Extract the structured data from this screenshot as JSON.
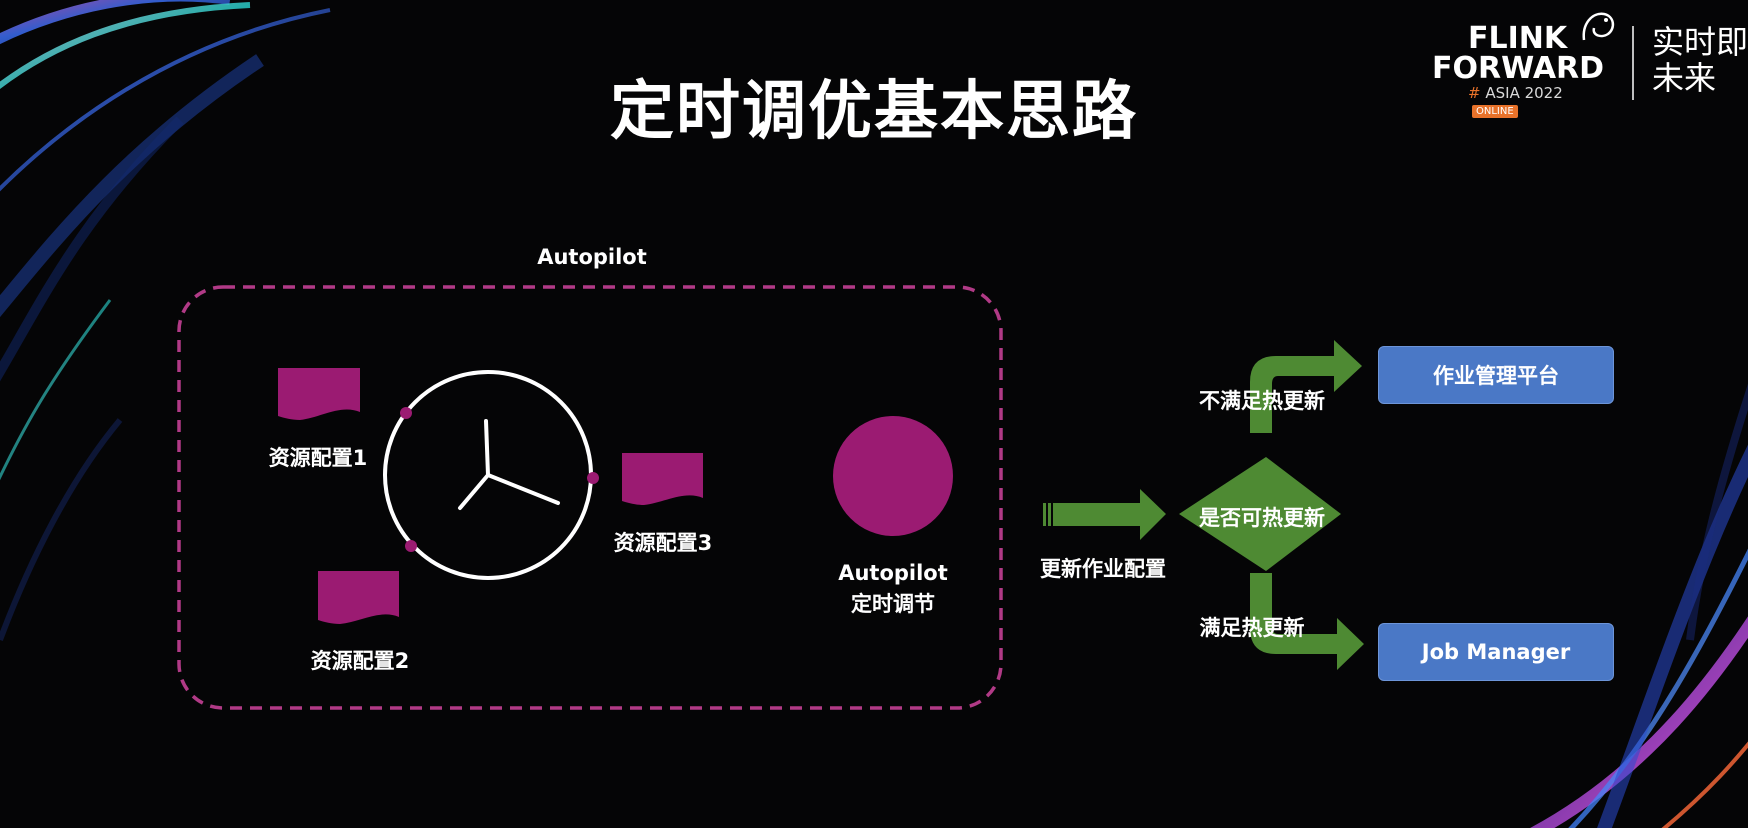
{
  "slide": {
    "title": "定时调优基本思路"
  },
  "logo": {
    "line1": "FLINK",
    "line2": "FORWARD",
    "hash": "#",
    "asia": "ASIA 2022",
    "badge": "ONLINE",
    "cn_line1": "实时即",
    "cn_line2": "未来"
  },
  "diagram": {
    "group_label": "Autopilot",
    "config1": "资源配置1",
    "config2": "资源配置2",
    "config3": "资源配置3",
    "autopilot_label_line1": "Autopilot",
    "autopilot_label_line2": "定时调节",
    "update_label": "更新作业配置",
    "decision_label": "是否可热更新",
    "no_label": "不满足热更新",
    "yes_label": "满足热更新",
    "platform_box": "作业管理平台",
    "jm_box": "Job Manager"
  },
  "colors": {
    "magenta": "#9b1b72",
    "green": "#4e8a33",
    "blue": "#4a78c6",
    "dashed_border": "#b13a86"
  }
}
